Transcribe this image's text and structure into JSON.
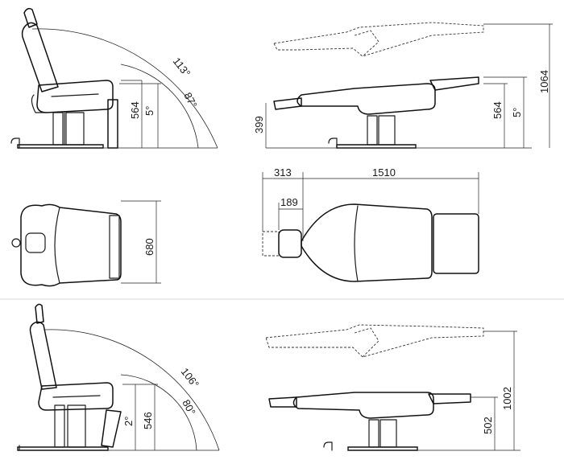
{
  "labels": {
    "top_side": {
      "recline_max": "113°",
      "recline_min": "87°",
      "seat_tilt": "5°",
      "seat_height": "564"
    },
    "top_flat": {
      "total_height": "1064",
      "seat_height": "564",
      "seat_tilt": "5°",
      "headrest_height": "399"
    },
    "plan": {
      "width": "680"
    },
    "plan_flat": {
      "head_extension": "313",
      "head_offset": "189",
      "body_length": "1510"
    },
    "bottom_side": {
      "recline_max": "106°",
      "recline_min": "80°",
      "seat_tilt": "2°",
      "seat_height": "546"
    },
    "bottom_flat": {
      "total_height": "1002",
      "seat_height": "502"
    }
  }
}
